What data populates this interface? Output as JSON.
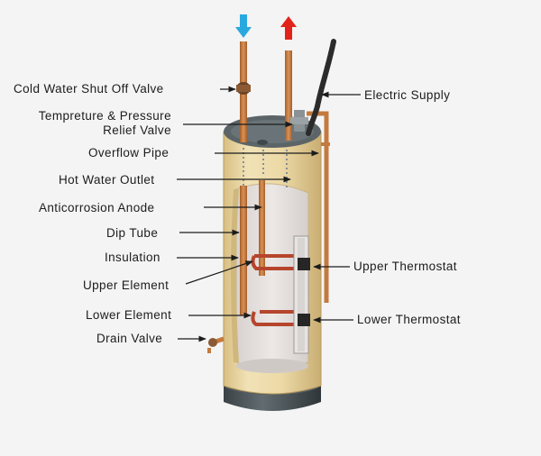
{
  "labels": {
    "cold_water_shut_off_valve": "Cold Water Shut Off Valve",
    "relief_valve_line1": "Tempreture & Pressure",
    "relief_valve_line2": "Relief Valve",
    "overflow_pipe": "Overflow Pipe",
    "hot_water_outlet": "Hot Water Outlet",
    "anticorrosion_anode": "Anticorrosion Anode",
    "dip_tube": "Dip Tube",
    "insulation": "Insulation",
    "upper_element": "Upper Element",
    "lower_element": "Lower Element",
    "drain_valve": "Drain Valve",
    "electric_supply": "Electric Supply",
    "upper_thermostat": "Upper Thermostat",
    "lower_thermostat": "Lower Thermostat"
  },
  "colors": {
    "background": "#f4f4f4",
    "tank_shell": "#e9d7a4",
    "tank_interior": "#e6e1df",
    "copper": "#c47a3e",
    "element": "#b5452c",
    "base": "#4c5559",
    "cold_arrow": "#29a8e0",
    "hot_arrow": "#e2231a",
    "label_text": "#1c1c1c"
  },
  "icons": {
    "cold_flow": "arrow-down-icon",
    "hot_flow": "arrow-up-icon"
  }
}
